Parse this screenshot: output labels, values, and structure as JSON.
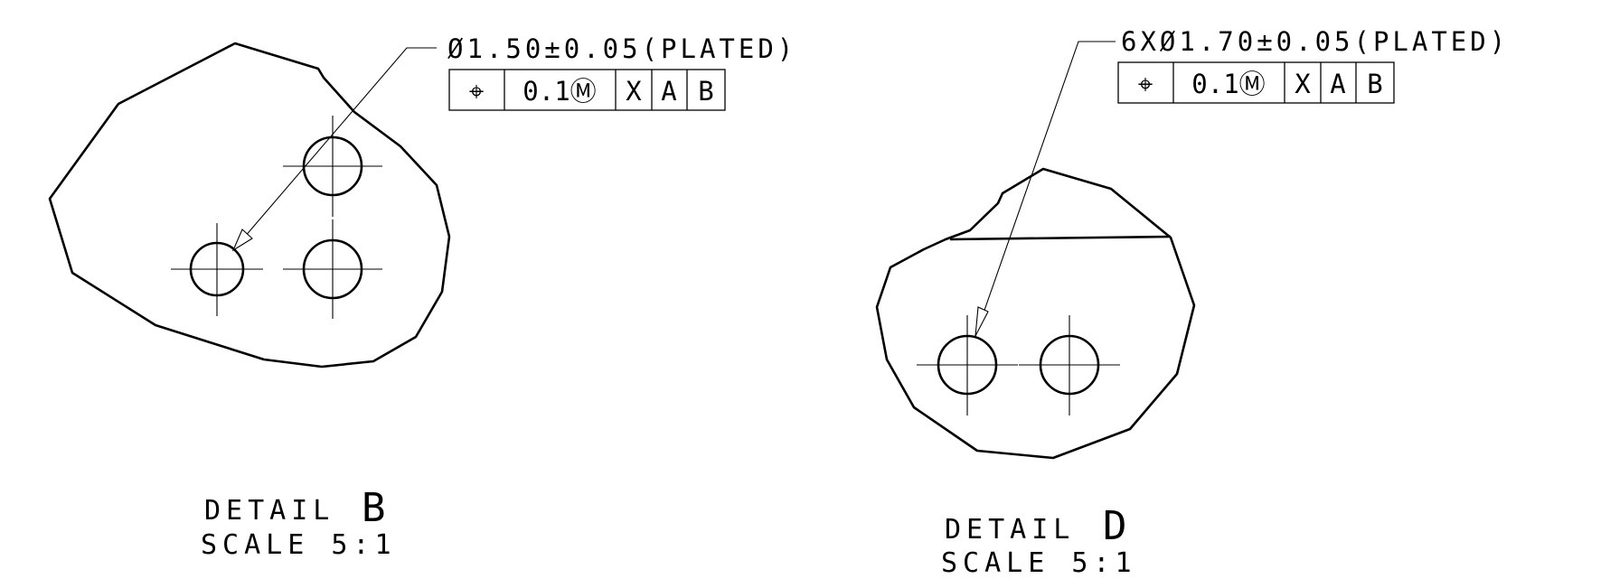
{
  "detail_b": {
    "callout": "Ø1.50±0.05(PLATED)",
    "fcf": {
      "symbol": "⌖",
      "tolerance": "0.1Ⓜ",
      "datum_1": "X",
      "datum_2": "A",
      "datum_3": "B"
    },
    "label": "DETAIL",
    "letter": "B",
    "scale": "SCALE  5:1"
  },
  "detail_d": {
    "callout": "6XØ1.70±0.05(PLATED)",
    "fcf": {
      "symbol": "⌖",
      "tolerance": "0.1Ⓜ",
      "datum_1": "X",
      "datum_2": "A",
      "datum_3": "B"
    },
    "label": "DETAIL",
    "letter": "D",
    "scale": "SCALE  5:1"
  }
}
